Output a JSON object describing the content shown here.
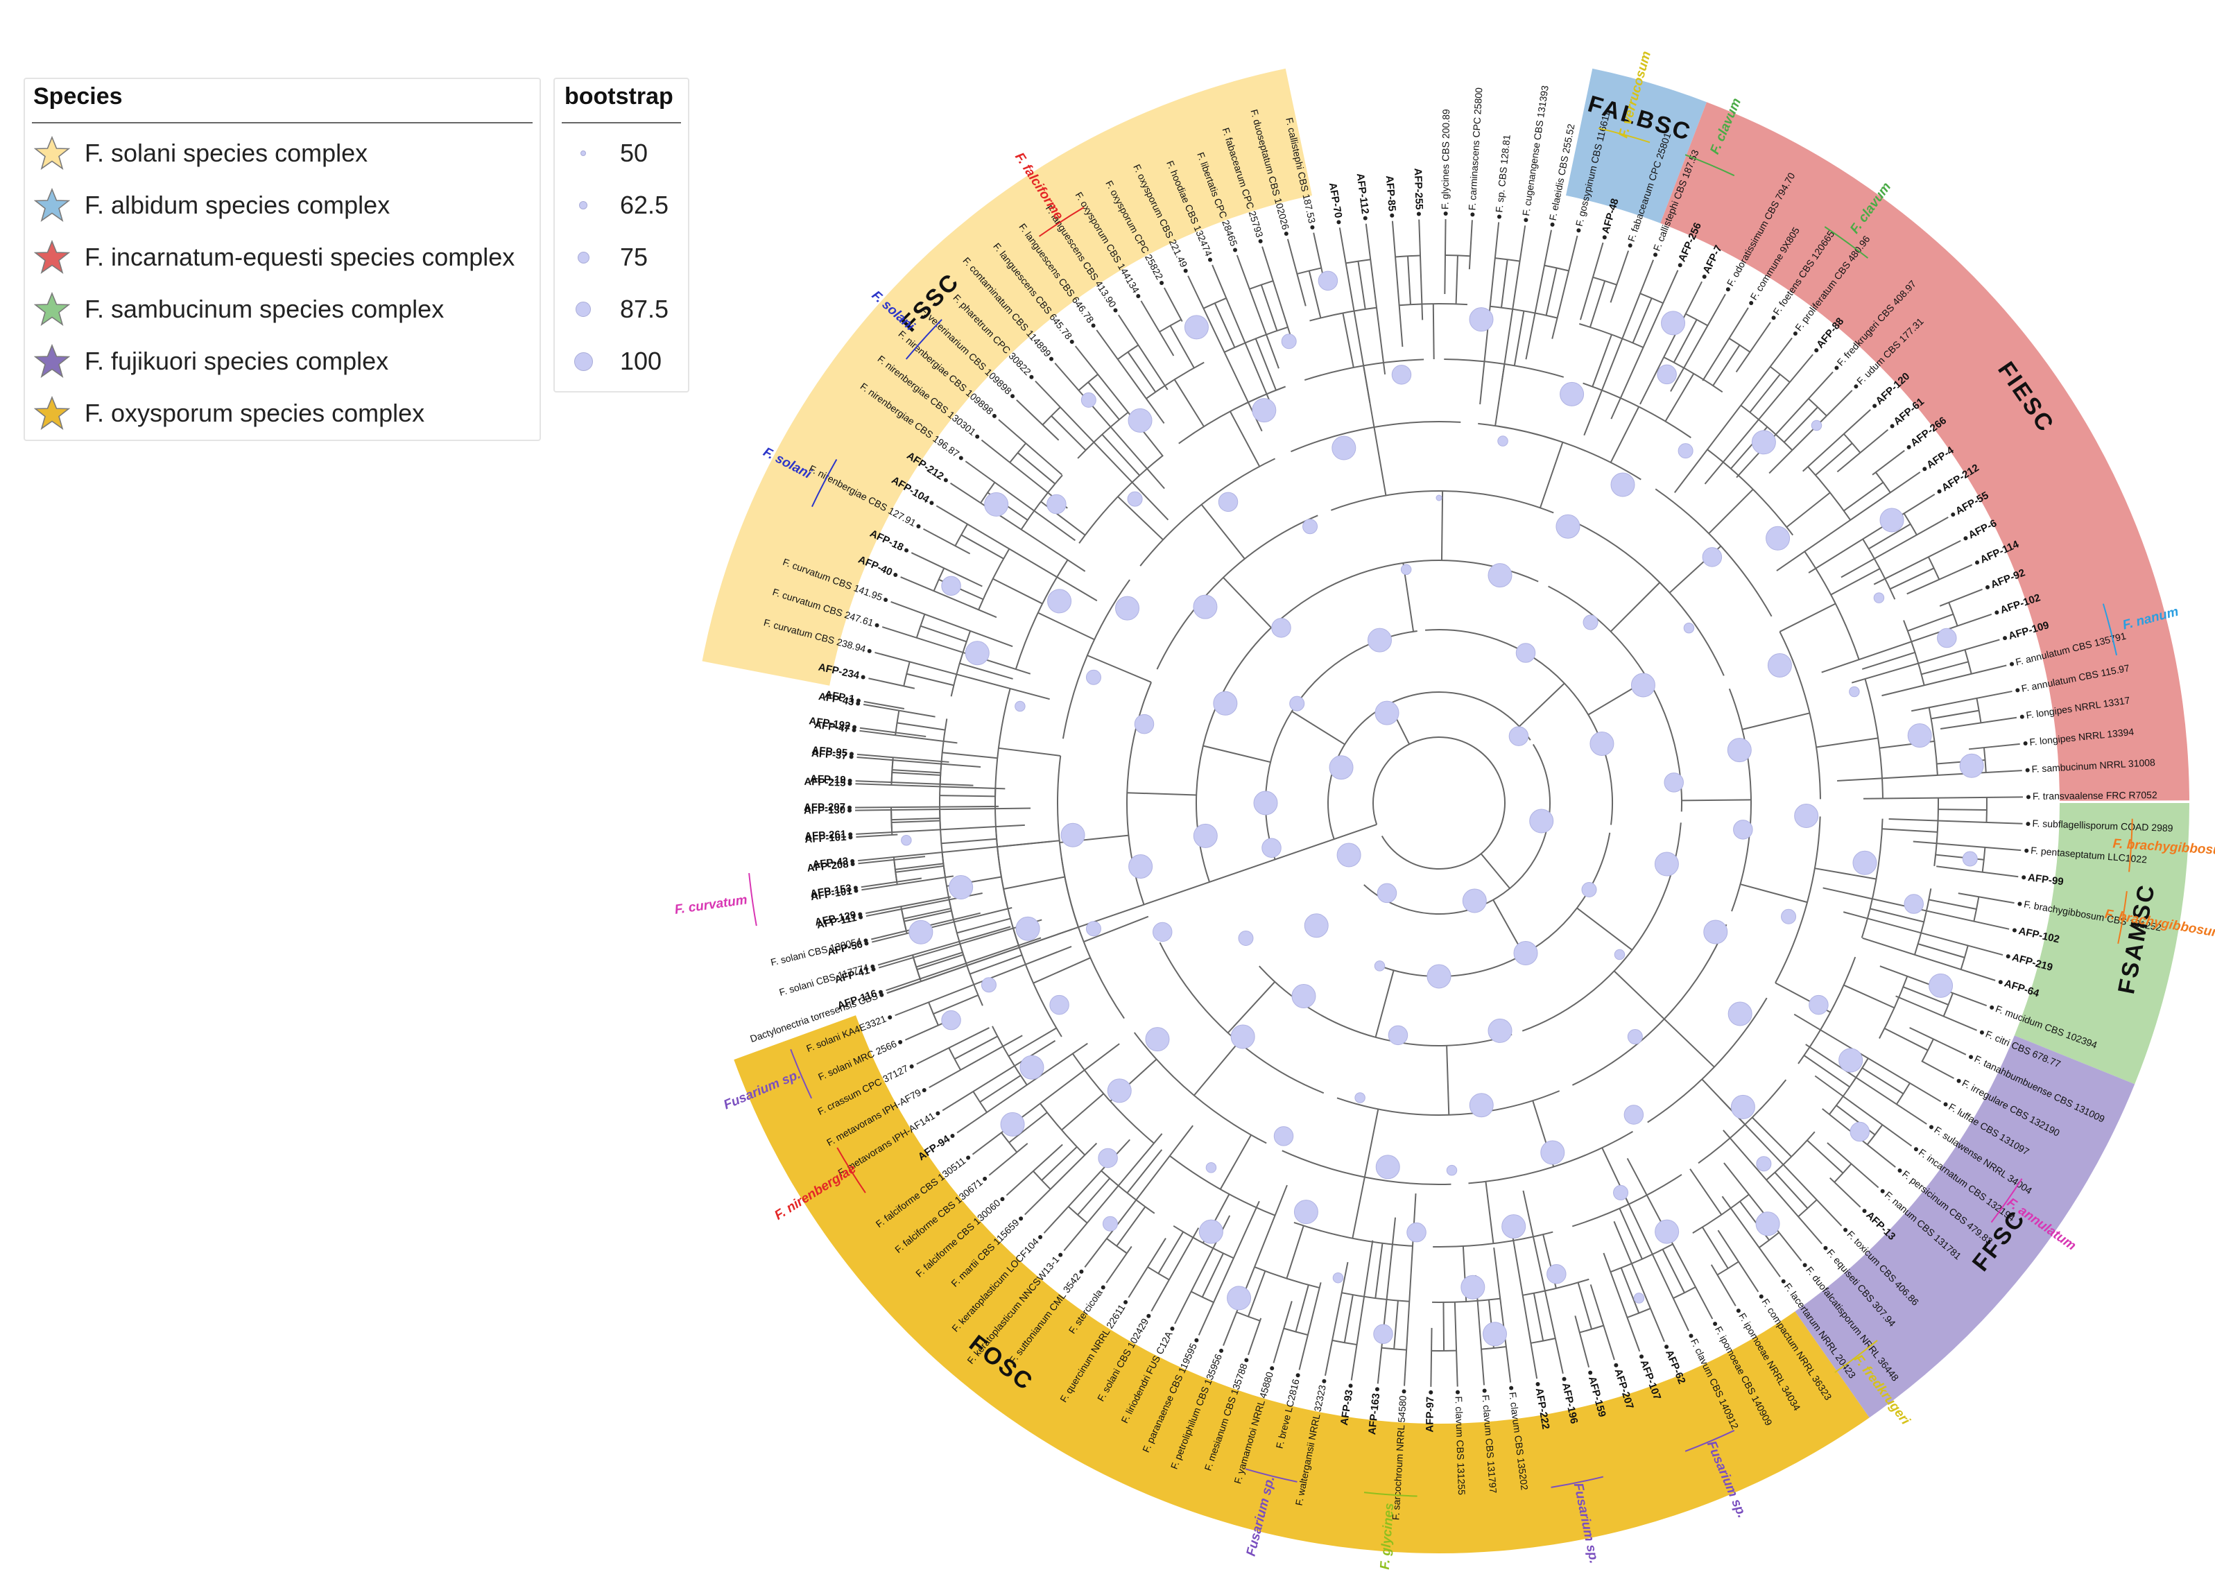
{
  "legend": {
    "species_title": "Species",
    "species": [
      {
        "label": "F. solani species complex",
        "color": "#fde29b"
      },
      {
        "label": "F. albidum species complex",
        "color": "#8fbfe0"
      },
      {
        "label": "F. incarnatum-equesti species complex",
        "color": "#e0605f"
      },
      {
        "label": "F. sambucinum species complex",
        "color": "#8ec98a"
      },
      {
        "label": "F. fujikuori species complex",
        "color": "#8671b9"
      },
      {
        "label": "F. oxysporum species complex",
        "color": "#eab931"
      }
    ],
    "bootstrap_title": "bootstrap",
    "bootstrap": [
      "50",
      "62.5",
      "75",
      "87.5",
      "100"
    ],
    "icon": "star-icon"
  },
  "clades": [
    {
      "name": "FSSC",
      "color": "#fde4a1",
      "a0": 190.9,
      "a1": 258.2
    },
    {
      "name": "FALBSC",
      "color": "#9fc4e4",
      "a0": 281.8,
      "a1": 290.9
    },
    {
      "name": "FIESC",
      "color": "#e89796",
      "a0": 290.9,
      "a1": 359.8
    },
    {
      "name": "FSAMSC",
      "color": "#b6dba9",
      "a0": 0.0,
      "a1": 22.0
    },
    {
      "name": "FFSC",
      "color": "#b1a6d7",
      "a0": 22.0,
      "a1": 55.0
    },
    {
      "name": "FOSC",
      "color": "#f0c233",
      "a0": 55.0,
      "a1": 160.0
    }
  ],
  "tips": [
    "Dactylonectria torresensis CBS",
    "AFP-41",
    "AFP-56",
    "AFP-111",
    "AFP-101",
    "AFP-208",
    "AFP-101",
    "AFP-130",
    "AFP-215",
    "AFP-37",
    "AFP-47",
    "AFP-43",
    "AFP-234",
    "F. curvatum CBS 238.94",
    "F. curvatum CBS 247.61",
    "F. curvatum CBS 141.95",
    "AFP-40",
    "AFP-18",
    "F. nirenbergiae CBS 127.91",
    "AFP-104",
    "AFP-212",
    "F. nirenbergiae CBS 196.87",
    "F. nirenbergiae CBS 130301",
    "F. nirenbergiae CBS 109898",
    "F. veterinarium CBS 109898",
    "F. pharetrum CPC 30822",
    "F. contaminatum CBS 114899",
    "F. languescens CBS 645.78",
    "F. languescens CBS 646.78",
    "F. languescens CBS 413.90",
    "F. oxysporum CBS 144134",
    "F. oxysporum CPC 25822",
    "F. oxysporum CBS 221.49",
    "F. hoodiae CBS 132474",
    "F. libertatis CPC 28465",
    "F. fabacearum CPC 25793",
    "F. duoseptatum CBS 102026",
    "F. callistephi CBS 187.53",
    "AFP-70",
    "AFP-112",
    "AFP-85",
    "AFP-255",
    "F. glycines CBS 200.89",
    "F. carminascens CPC 25800",
    "F. sp. CBS 128.81",
    "F. cugenangense CBS 131393",
    "F. elaeidis CBS 255.52",
    "F. gossypinum CBS 116611",
    "AFP-48",
    "F. fabacearum CPC 25801",
    "F. callistephi CBS 187.53",
    "AFP-256",
    "AFP-7",
    "F. odoratissimum CBS 794.70",
    "F. commune 9X805",
    "F. foetens CBS 120665",
    "F. proliferatum CBS 480.96",
    "AFP-88",
    "F. fredkrugeri CBS 408.97",
    "F. udum CBS 177.31",
    "AFP-120",
    "AFP-61",
    "AFP-266",
    "AFP-4",
    "AFP-212",
    "AFP-55",
    "AFP-6",
    "AFP-114",
    "AFP-92",
    "AFP-102",
    "AFP-109",
    "F. annulatum CBS 135791",
    "F. annulatum CBS 115.97",
    "F. longipes NRRL 13317",
    "F. longipes NRRL 13394",
    "F. sambucinum NRRL 31008",
    "F. transvaalense FRC R7052",
    "F. subflagellisporum COAD 2989",
    "F. pentaseptatum LLC1022",
    "AFP-99",
    "F. brachygibbosum CBS 121252",
    "AFP-102",
    "AFP-219",
    "AFP-64",
    "F. mucidum CBS 102394",
    "F. citri CBS 678.77",
    "F. tanahbumbuense CBS 131009",
    "F. irregulare CBS 132190",
    "F. luffae CBS 131097",
    "F. sulawense NRRL 34004",
    "F. incarnatum CBS 132194",
    "F. persicinum CBS 479.83",
    "F. nanum CBS 131781",
    "AFP-13",
    "F. toxicum CBS 406.86",
    "F. equiseti CBS 307.94",
    "F. duofalcatisporum NRRL 36448",
    "F. lacertarum NRRL 20423",
    "F. compactum NRRL 36323",
    "F. ipomoeae NRRL 34034",
    "F. ipomoeae CBS 140909",
    "F. clavum CBS 140912",
    "AFP-62",
    "AFP-107",
    "AFP-207",
    "AFP-159",
    "AFP-196",
    "AFP-222",
    "F. clavum CBS 135202",
    "F. clavum CBS 131797",
    "F. clavum CBS 131255",
    "AFP-97",
    "F. sarcochroum NRRL 54580",
    "AFP-163",
    "AFP-93",
    "F. waltergamsii NRRL 32323",
    "F. breve LC2816",
    "F. yamamotoi NRRL 45880",
    "F. mesianum CBS 135788",
    "F. petroliphilum CBS 135956",
    "F. paranaense CBS 119595",
    "F. liriodendri FUS C12A",
    "F. solani CBS 102429",
    "F. quercinum NRRL 22611",
    "F. stercicola",
    "F. suttonianum CML 3542",
    "F. keratoplasticum NNCSW13-1",
    "F. keratoplasticum LOCF104",
    "F. martii CBS 115659",
    "F. falciforme CBS 130060",
    "F. falciforme CBS 130671",
    "F. falciforme CBS 130511",
    "AFP-94",
    "F. metavorans IPH-AF141",
    "F. metavorans IPH-AF79",
    "F. crassum CPC 37127",
    "F. solani MRC 2566",
    "F. solani KA4E3321",
    "AFP-116",
    "F. solani CBS 117774",
    "F. solani CBS 130054",
    "AFP-129",
    "AFP-153",
    "AFP-43",
    "AFP-261",
    "AFP-207",
    "AFP-19",
    "AFP-95",
    "AFP-192",
    "AFP-1"
  ],
  "annotations": [
    {
      "text": "F. solani",
      "color": "#2b35c9",
      "a": 207.5
    },
    {
      "text": "F. solani",
      "color": "#2b35c9",
      "a": 222.0
    },
    {
      "text": "F. falciforme",
      "color": "#e32626",
      "a": 237.0
    },
    {
      "text": "F. verrucosum",
      "color": "#d6c21a",
      "a": 285.5
    },
    {
      "text": "F. clavum",
      "color": "#4aab46",
      "a": 293.0
    },
    {
      "text": "F. clavum",
      "color": "#4aab46",
      "a": 306.0
    },
    {
      "text": "F. nanum",
      "color": "#2a9ee0",
      "a": 345.5
    },
    {
      "text": "F. brachygibbosum",
      "color": "#f07a1e",
      "a": 3.5
    },
    {
      "text": "F. brachygibbosum",
      "color": "#f07a1e",
      "a": 9.5
    },
    {
      "text": "F. annulatum",
      "color": "#d836b3",
      "a": 35.0
    },
    {
      "text": "F. fredkrugeri",
      "color": "#d6c21a",
      "a": 53.0
    },
    {
      "text": "Fusarium sp.",
      "color": "#7a4fbf",
      "a": 67.0
    },
    {
      "text": "Fusarium sp.",
      "color": "#7a4fbf",
      "a": 78.5
    },
    {
      "text": "F. glycines",
      "color": "#8fbf1e",
      "a": 94.0
    },
    {
      "text": "Fusarium sp.",
      "color": "#7a4fbf",
      "a": 104.0
    },
    {
      "text": "F. nirenbergiae",
      "color": "#e32626",
      "a": 148.0
    },
    {
      "text": "Fusarium sp.",
      "color": "#7a4fbf",
      "a": 157.0
    },
    {
      "text": "F. curvatum",
      "color": "#d836b3",
      "a": 172.0
    }
  ],
  "bootstrap_nodes": [
    {
      "r": 150,
      "a": 200,
      "v": 100
    },
    {
      "r": 150,
      "a": 240,
      "v": 100
    },
    {
      "r": 150,
      "a": 320,
      "v": 87.5
    },
    {
      "r": 150,
      "a": 10,
      "v": 100
    },
    {
      "r": 150,
      "a": 70,
      "v": 100
    },
    {
      "r": 150,
      "a": 120,
      "v": 87.5
    },
    {
      "r": 150,
      "a": 150,
      "v": 100
    },
    {
      "r": 250,
      "a": 215,
      "v": 75
    },
    {
      "r": 250,
      "a": 250,
      "v": 100
    },
    {
      "r": 250,
      "a": 300,
      "v": 87.5
    },
    {
      "r": 250,
      "a": 340,
      "v": 100
    },
    {
      "r": 250,
      "a": 30,
      "v": 75
    },
    {
      "r": 250,
      "a": 60,
      "v": 100
    },
    {
      "r": 250,
      "a": 90,
      "v": 100
    },
    {
      "r": 250,
      "a": 110,
      "v": 62.5
    },
    {
      "r": 250,
      "a": 135,
      "v": 100
    },
    {
      "r": 250,
      "a": 165,
      "v": 87.5
    },
    {
      "r": 250,
      "a": 180,
      "v": 100
    },
    {
      "r": 340,
      "a": 205,
      "v": 100
    },
    {
      "r": 340,
      "a": 228,
      "v": 87.5
    },
    {
      "r": 340,
      "a": 262,
      "v": 62.5
    },
    {
      "r": 340,
      "a": 285,
      "v": 100
    },
    {
      "r": 340,
      "a": 310,
      "v": 75
    },
    {
      "r": 340,
      "a": 330,
      "v": 100
    },
    {
      "r": 340,
      "a": 355,
      "v": 87.5
    },
    {
      "r": 340,
      "a": 15,
      "v": 100
    },
    {
      "r": 340,
      "a": 40,
      "v": 62.5
    },
    {
      "r": 340,
      "a": 75,
      "v": 100
    },
    {
      "r": 340,
      "a": 100,
      "v": 87.5
    },
    {
      "r": 340,
      "a": 125,
      "v": 100
    },
    {
      "r": 340,
      "a": 145,
      "v": 75
    },
    {
      "r": 340,
      "a": 172,
      "v": 100
    },
    {
      "r": 440,
      "a": 195,
      "v": 87.5
    },
    {
      "r": 440,
      "a": 220,
      "v": 100
    },
    {
      "r": 440,
      "a": 245,
      "v": 75
    },
    {
      "r": 440,
      "a": 270,
      "v": 50
    },
    {
      "r": 440,
      "a": 295,
      "v": 100
    },
    {
      "r": 440,
      "a": 325,
      "v": 62.5
    },
    {
      "r": 440,
      "a": 350,
      "v": 100
    },
    {
      "r": 440,
      "a": 5,
      "v": 87.5
    },
    {
      "r": 440,
      "a": 25,
      "v": 100
    },
    {
      "r": 440,
      "a": 50,
      "v": 75
    },
    {
      "r": 440,
      "a": 82,
      "v": 100
    },
    {
      "r": 440,
      "a": 105,
      "v": 62.5
    },
    {
      "r": 440,
      "a": 130,
      "v": 100
    },
    {
      "r": 440,
      "a": 155,
      "v": 87.5
    },
    {
      "r": 440,
      "a": 168,
      "v": 100
    },
    {
      "r": 530,
      "a": 200,
      "v": 75
    },
    {
      "r": 530,
      "a": 212,
      "v": 100
    },
    {
      "r": 530,
      "a": 235,
      "v": 87.5
    },
    {
      "r": 530,
      "a": 255,
      "v": 100
    },
    {
      "r": 530,
      "a": 280,
      "v": 62.5
    },
    {
      "r": 530,
      "a": 300,
      "v": 100
    },
    {
      "r": 530,
      "a": 318,
      "v": 87.5
    },
    {
      "r": 530,
      "a": 338,
      "v": 100
    },
    {
      "r": 530,
      "a": 2,
      "v": 100
    },
    {
      "r": 530,
      "a": 18,
      "v": 75
    },
    {
      "r": 530,
      "a": 35,
      "v": 100
    },
    {
      "r": 530,
      "a": 58,
      "v": 87.5
    },
    {
      "r": 530,
      "a": 72,
      "v": 100
    },
    {
      "r": 530,
      "a": 88,
      "v": 62.5
    },
    {
      "r": 530,
      "a": 98,
      "v": 100
    },
    {
      "r": 530,
      "a": 115,
      "v": 87.5
    },
    {
      "r": 530,
      "a": 140,
      "v": 100
    },
    {
      "r": 530,
      "a": 160,
      "v": 75
    },
    {
      "r": 530,
      "a": 175,
      "v": 100
    },
    {
      "r": 620,
      "a": 193,
      "v": 62.5
    },
    {
      "r": 620,
      "a": 208,
      "v": 100
    },
    {
      "r": 620,
      "a": 225,
      "v": 75
    },
    {
      "r": 620,
      "a": 246,
      "v": 100
    },
    {
      "r": 620,
      "a": 265,
      "v": 87.5
    },
    {
      "r": 620,
      "a": 288,
      "v": 100
    },
    {
      "r": 620,
      "a": 305,
      "v": 75
    },
    {
      "r": 620,
      "a": 322,
      "v": 100
    },
    {
      "r": 620,
      "a": 345,
      "v": 62.5
    },
    {
      "r": 620,
      "a": 8,
      "v": 100
    },
    {
      "r": 620,
      "a": 28,
      "v": 87.5
    },
    {
      "r": 620,
      "a": 45,
      "v": 100
    },
    {
      "r": 620,
      "a": 65,
      "v": 75
    },
    {
      "r": 620,
      "a": 80,
      "v": 100
    },
    {
      "r": 620,
      "a": 93,
      "v": 87.5
    },
    {
      "r": 620,
      "a": 108,
      "v": 100
    },
    {
      "r": 620,
      "a": 122,
      "v": 62.5
    },
    {
      "r": 620,
      "a": 138,
      "v": 100
    },
    {
      "r": 620,
      "a": 152,
      "v": 87.5
    },
    {
      "r": 620,
      "a": 163,
      "v": 100
    },
    {
      "r": 700,
      "a": 198,
      "v": 100
    },
    {
      "r": 700,
      "a": 218,
      "v": 87.5
    },
    {
      "r": 700,
      "a": 232,
      "v": 100
    },
    {
      "r": 700,
      "a": 252,
      "v": 75
    },
    {
      "r": 700,
      "a": 275,
      "v": 100
    },
    {
      "r": 700,
      "a": 298,
      "v": 87.5
    },
    {
      "r": 700,
      "a": 312,
      "v": 100
    },
    {
      "r": 700,
      "a": 335,
      "v": 62.5
    },
    {
      "r": 700,
      "a": 352,
      "v": 100
    },
    {
      "r": 700,
      "a": 12,
      "v": 87.5
    },
    {
      "r": 700,
      "a": 32,
      "v": 100
    },
    {
      "r": 700,
      "a": 48,
      "v": 75
    },
    {
      "r": 700,
      "a": 62,
      "v": 100
    },
    {
      "r": 700,
      "a": 76,
      "v": 87.5
    },
    {
      "r": 700,
      "a": 86,
      "v": 100
    },
    {
      "r": 700,
      "a": 102,
      "v": 62.5
    },
    {
      "r": 700,
      "a": 118,
      "v": 100
    },
    {
      "r": 700,
      "a": 133,
      "v": 87.5
    },
    {
      "r": 700,
      "a": 147,
      "v": 100
    },
    {
      "r": 700,
      "a": 158,
      "v": 75
    },
    {
      "r": 700,
      "a": 170,
      "v": 100
    },
    {
      "r": 770,
      "a": 204,
      "v": 87.5
    },
    {
      "r": 770,
      "a": 214,
      "v": 100
    },
    {
      "r": 770,
      "a": 229,
      "v": 75
    },
    {
      "r": 770,
      "a": 243,
      "v": 100
    },
    {
      "r": 770,
      "a": 258,
      "v": 87.5
    },
    {
      "r": 770,
      "a": 296,
      "v": 100
    },
    {
      "r": 770,
      "a": 315,
      "v": 62.5
    },
    {
      "r": 770,
      "a": 328,
      "v": 100
    },
    {
      "r": 770,
      "a": 342,
      "v": 87.5
    },
    {
      "r": 770,
      "a": 356,
      "v": 100
    },
    {
      "r": 770,
      "a": 6,
      "v": 75
    },
    {
      "r": 770,
      "a": 20,
      "v": 100
    },
    {
      "r": 770,
      "a": 38,
      "v": 87.5
    },
    {
      "r": 770,
      "a": 52,
      "v": 100
    },
    {
      "r": 770,
      "a": 68,
      "v": 62.5
    },
    {
      "r": 770,
      "a": 84,
      "v": 100
    },
    {
      "r": 770,
      "a": 96,
      "v": 87.5
    },
    {
      "r": 770,
      "a": 112,
      "v": 100
    },
    {
      "r": 770,
      "a": 128,
      "v": 75
    },
    {
      "r": 770,
      "a": 143,
      "v": 100
    },
    {
      "r": 770,
      "a": 156,
      "v": 87.5
    },
    {
      "r": 770,
      "a": 166,
      "v": 100
    },
    {
      "r": 770,
      "a": 176,
      "v": 62.5
    }
  ]
}
